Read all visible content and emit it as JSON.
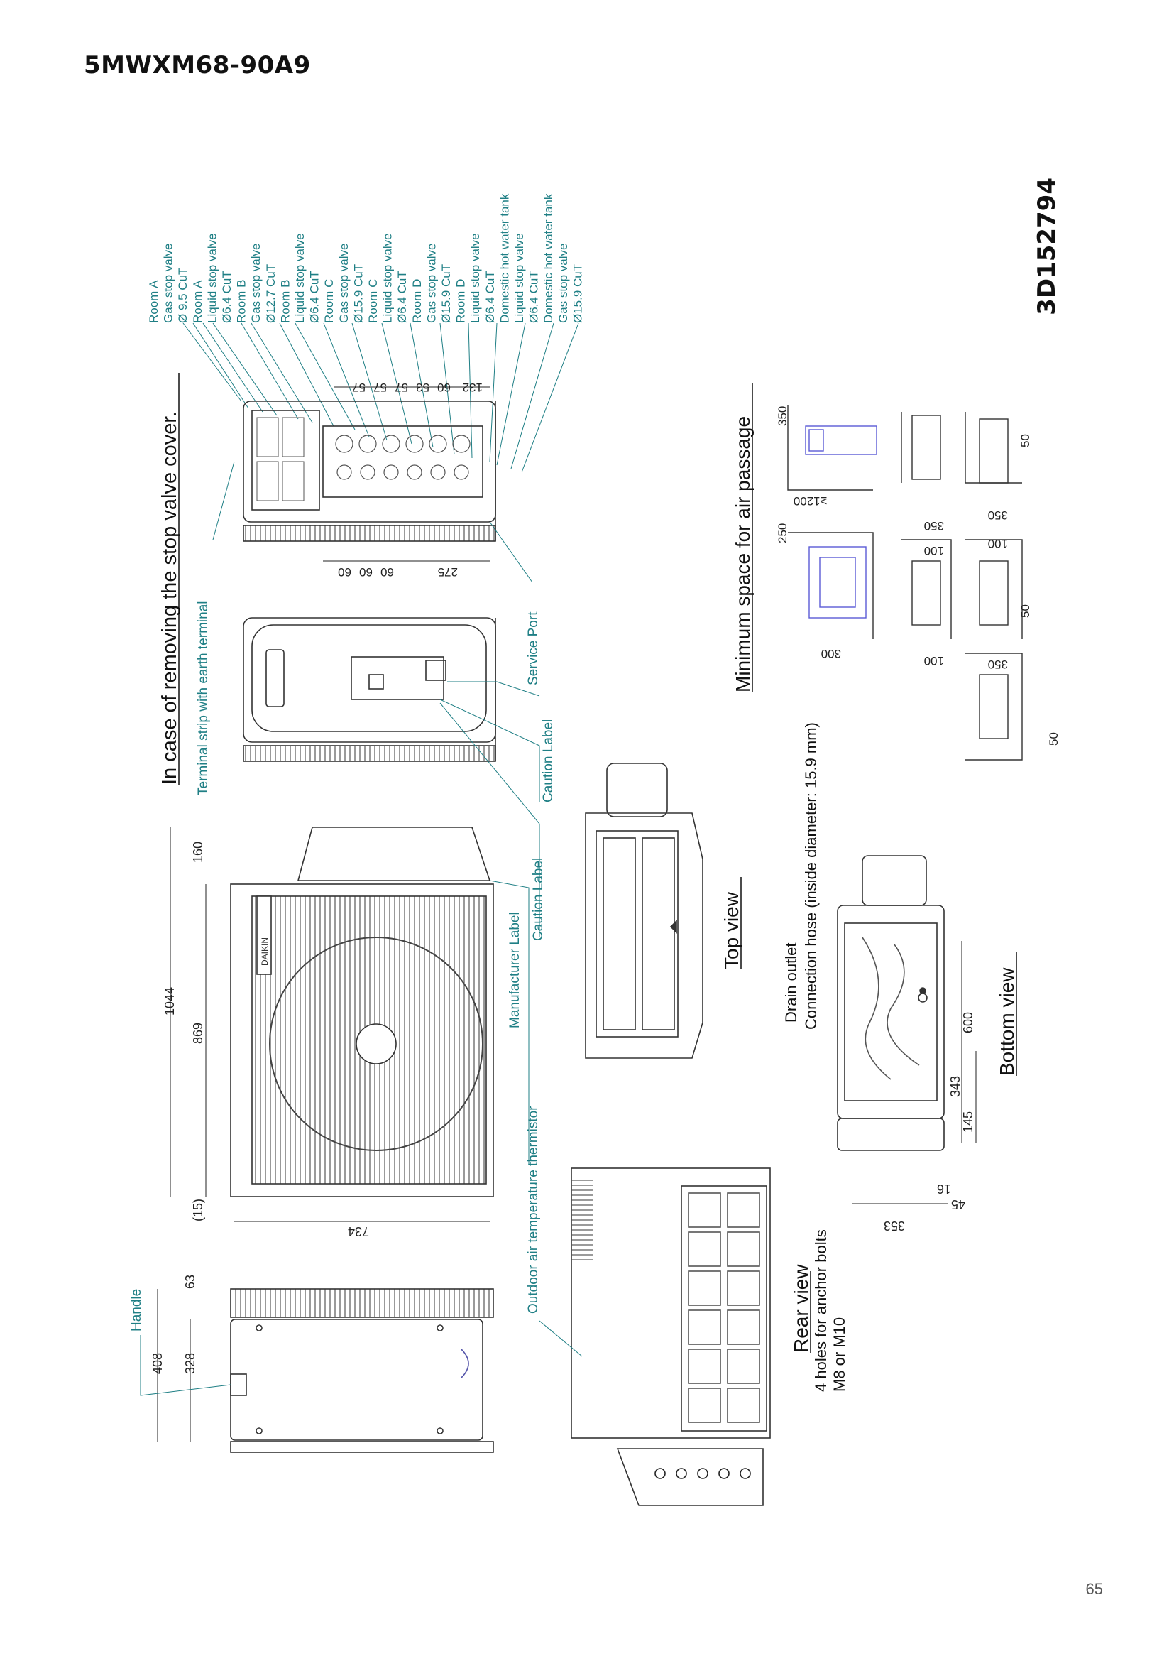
{
  "document": {
    "title": "5MWXM68-90A9",
    "drawing_code": "3D152794",
    "page_number": "65"
  },
  "headings": {
    "stop_valve": "In case of removing the stop valve cover.",
    "air_passage": "Minimum space for air passage"
  },
  "views": {
    "top": "Top view",
    "bottom": "Bottom view",
    "rear": "Rear view"
  },
  "valve_labels": [
    "Room A",
    "Gas stop valve",
    "Ø 9.5 CuT",
    "Room A",
    "Liquid stop valve",
    "Ø6.4 CuT",
    "Room B",
    "Gas stop valve",
    "Ø12.7 CuT",
    "Room B",
    "Liquid stop valve",
    "Ø6.4 CuT",
    "Room C",
    "Gas stop valve",
    "Ø15.9 CuT",
    "Room C",
    "Liquid stop valve",
    "Ø6.4 CuT",
    "Room D",
    "Gas stop valve",
    "Ø15.9 CuT",
    "Room D",
    "Liquid stop valve",
    "Ø6.4 CuT",
    "Domestic hot water tank",
    "Liquid stop valve",
    "Ø6.4 CuT",
    "Domestic hot water tank",
    "Gas stop valve",
    "Ø15.9 CuT"
  ],
  "callouts": {
    "terminal_strip": "Terminal strip with earth terminal",
    "service_port": "Service Port",
    "caution_label_1": "Caution Label",
    "caution_label_2": "Caution Label",
    "manufacturer_label": "Manufacturer Label",
    "outdoor_thermistor": "Outdoor air temperature thermistor",
    "handle": "Handle",
    "drain_outlet": "Drain outlet",
    "connection_hose": "Connection hose (inside diameter: 15.9 mm)",
    "anchor_holes": "4 holes for anchor bolts",
    "anchor_size": "M8 or M10"
  },
  "dimensions": {
    "front_height_total": "1044",
    "front_height_grille": "869",
    "front_top": "160",
    "front_bottom": "(15)",
    "front_width": "734",
    "side_depth_total": "408",
    "side_depth_body": "328",
    "side_top": "63",
    "valve_pitch": [
      "132",
      "60",
      "53",
      "57",
      "57",
      "57"
    ],
    "valve_bottom": [
      "60",
      "60",
      "60",
      "275"
    ],
    "bottom_600": "600",
    "bottom_343": "343",
    "bottom_145": "145",
    "bottom_16": "16",
    "bottom_45": "45",
    "bottom_353": "353",
    "space_350": "350",
    "space_1200": "≥1200",
    "space_250": "250",
    "space_300": "300",
    "space_50": "50",
    "space_100": "100"
  },
  "colors": {
    "callout_teal": "#1f7f85",
    "line": "#333333",
    "accent_blue": "#5a5ad6"
  }
}
